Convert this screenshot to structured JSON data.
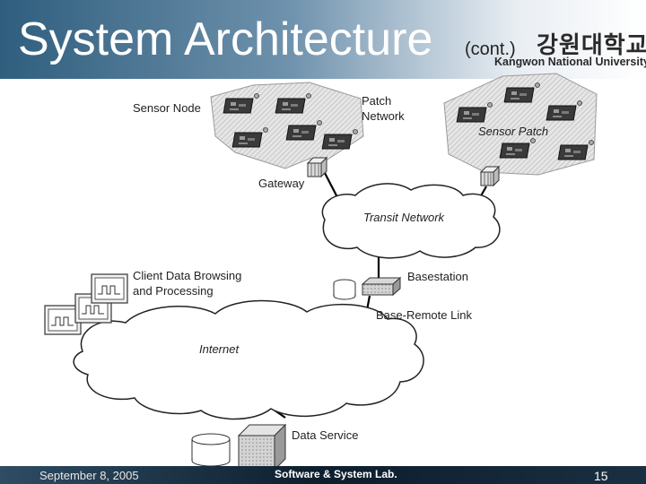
{
  "slide": {
    "title": "System Architecture",
    "title_suffix": "(cont.)",
    "university_korean": "강원대학교",
    "university_english": "Kangwon National University",
    "footer_date": "September 8, 2005",
    "footer_lab": "Software & System Lab.",
    "page_number": "15"
  },
  "diagram": {
    "sensor_node": "Sensor Node",
    "patch_network_1": "Patch",
    "patch_network_2": "Network",
    "sensor_patch": "Sensor Patch",
    "gateway": "Gateway",
    "transit_network": "Transit Network",
    "client_1": "Client Data Browsing",
    "client_2": "and Processing",
    "basestation": "Basestation",
    "base_remote_link": "Base-Remote Link",
    "internet": "Internet",
    "data_service": "Data Service"
  },
  "colors": {
    "header_dark": "#2f5e7e",
    "footer_dark": "#0d1e2d"
  }
}
